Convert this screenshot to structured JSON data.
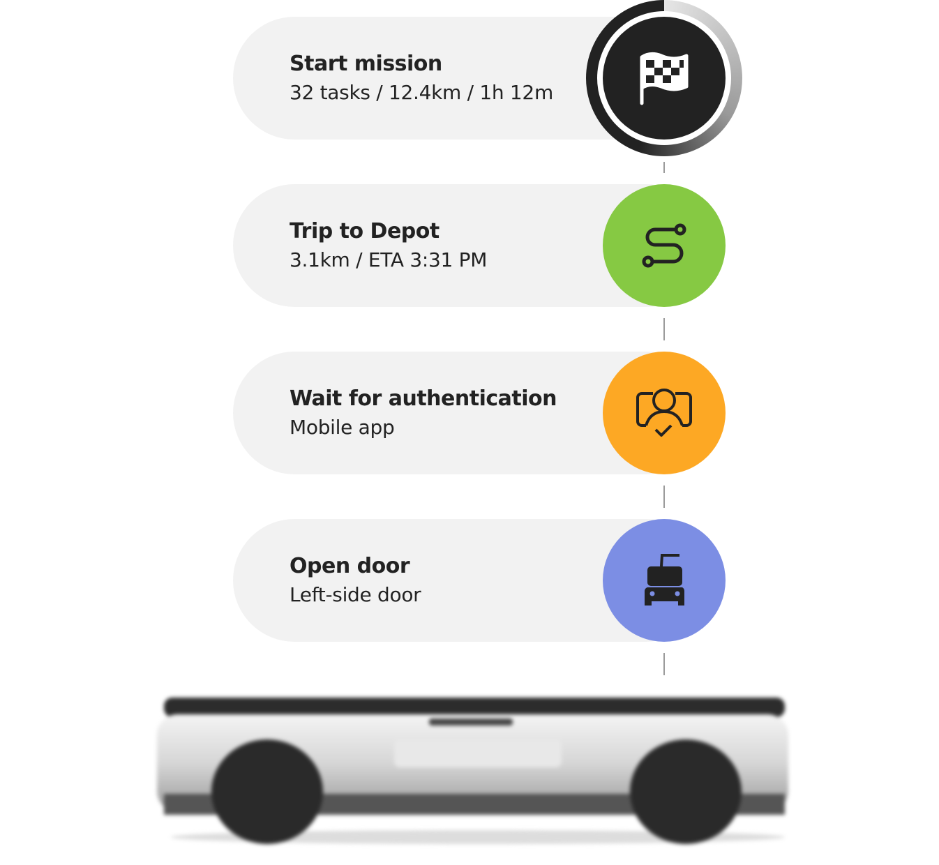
{
  "steps": [
    {
      "title": "Start mission",
      "subtitle": "32 tasks / 12.4km / 1h 12m",
      "icon": "checkered-flag-icon",
      "color": "#222222",
      "active": true
    },
    {
      "title": "Trip to Depot",
      "subtitle": "3.1km / ETA 3:31 PM",
      "icon": "route-icon",
      "color": "#86c943"
    },
    {
      "title": "Wait for authentication",
      "subtitle": "Mobile app",
      "icon": "user-verify-icon",
      "color": "#fda824"
    },
    {
      "title": "Open door",
      "subtitle": "Left-side door",
      "icon": "robot-vehicle-icon",
      "color": "#7c8ee4"
    }
  ]
}
